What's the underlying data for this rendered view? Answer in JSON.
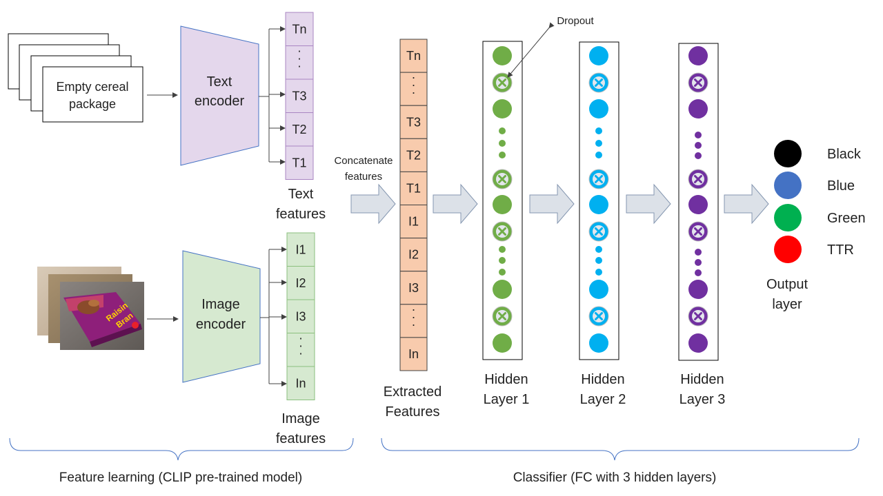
{
  "input_text": {
    "line1": "Empty cereal",
    "line2": "package"
  },
  "text_encoder": {
    "line1": "Text",
    "line2": "encoder"
  },
  "image_encoder": {
    "line1": "Image",
    "line2": "encoder"
  },
  "text_features": {
    "cells": [
      "Tn",
      "·\n·\n·",
      "T3",
      "T2",
      "T1"
    ],
    "caption_line1": "Text",
    "caption_line2": "features"
  },
  "image_features": {
    "cells": [
      "I1",
      "I2",
      "I3",
      "·\n·\n·",
      "In"
    ],
    "caption_line1": "Image",
    "caption_line2": "features"
  },
  "concat": {
    "line1": "Concatenate",
    "line2": "features"
  },
  "extracted": {
    "cells": [
      "Tn",
      "·\n·\n·",
      "T3",
      "T2",
      "T1",
      "I1",
      "I2",
      "I3",
      "·\n·\n·",
      "In"
    ],
    "caption_line1": "Extracted",
    "caption_line2": "Features"
  },
  "dropout_label": "Dropout",
  "hidden_layers": [
    {
      "line1": "Hidden",
      "line2": "Layer 1",
      "color": "#70AD47"
    },
    {
      "line1": "Hidden",
      "line2": "Layer 2",
      "color": "#00B0F0"
    },
    {
      "line1": "Hidden",
      "line2": "Layer 3",
      "color": "#7030A0"
    }
  ],
  "node_pattern": [
    "on",
    "drop",
    "on",
    "dots",
    "drop",
    "on",
    "drop",
    "dots",
    "on",
    "drop",
    "on"
  ],
  "outputs": [
    {
      "label": "Black",
      "color": "#000000"
    },
    {
      "label": "Blue",
      "color": "#4472C4"
    },
    {
      "label": "Green",
      "color": "#00B050"
    },
    {
      "label": "TTR",
      "color": "#FF0000"
    }
  ],
  "output_caption": {
    "line1": "Output",
    "line2": "layer"
  },
  "section_feature_learning": "Feature learning (CLIP pre-trained model)",
  "section_classifier": "Classifier (FC with 3 hidden layers)",
  "cereal_box_text": {
    "line1": "Raisin",
    "line2": "Bran"
  }
}
